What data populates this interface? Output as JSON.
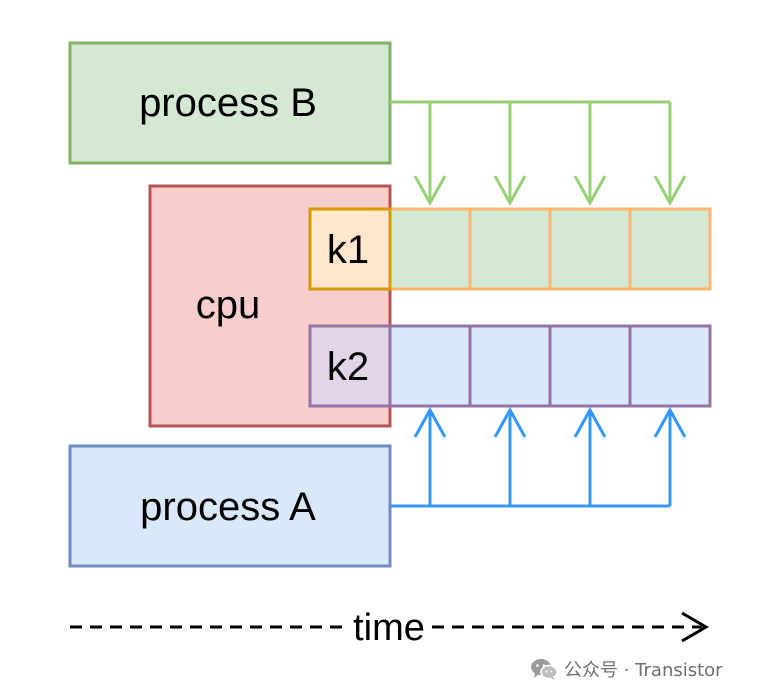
{
  "boxes": {
    "process_b": "process B",
    "cpu": "cpu",
    "k1": "k1",
    "k2": "k2",
    "process_a": "process A"
  },
  "axis": {
    "label": "time"
  },
  "watermark": {
    "text": "公众号 · Transistor",
    "icon": "wechat-icon"
  },
  "colors": {
    "process_b_fill": "#d5e8d4",
    "process_b_stroke": "#82b366",
    "process_b_arrow": "#97d077",
    "cpu_fill": "#f8cecc",
    "cpu_stroke": "#b85450",
    "k1_fill": "#ffe6cc",
    "k1_stroke": "#d79b00",
    "k1_slot_stroke": "#ffb570",
    "k2_fill": "#e1d5e7",
    "k2_stroke": "#9673a6",
    "process_a_fill": "#dae8fc",
    "process_a_stroke": "#6c8ebf",
    "process_a_arrow": "#3399ff"
  }
}
